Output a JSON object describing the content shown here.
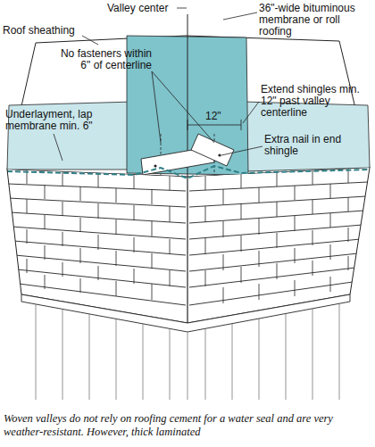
{
  "diagram": {
    "caption": "Woven valleys do not rely on roofing cement for a water seal and are very weather-resistant. However, thick laminated",
    "labels": [
      "Valley center",
      "36\"-wide bituminous membrane or roll roofing",
      "Roof sheathing",
      "No fasteners within 6\" of centerline",
      "12\"",
      "Extend shingles min. 12\" past valley centerline",
      "Underlayment, lap membrane min. 6\"",
      "Extra nail in end shingle"
    ]
  }
}
